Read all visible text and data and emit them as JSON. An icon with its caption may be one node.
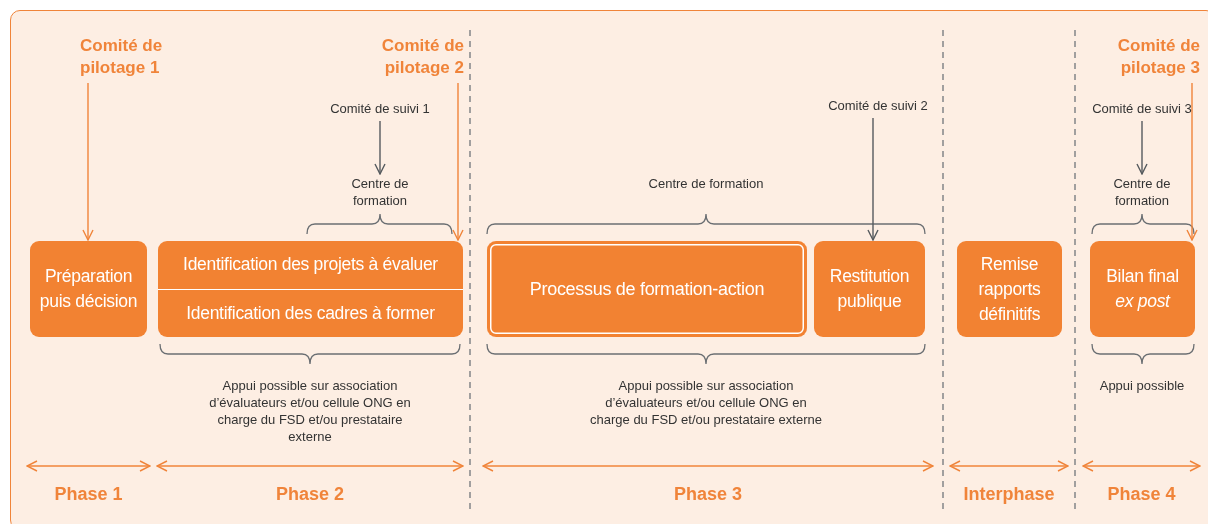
{
  "diagram": {
    "nodes": [
      {
        "text": [
          "Comité de pilotage 1"
        ]
      },
      {
        "text": [
          "Comité de pilotage 2"
        ]
      },
      {
        "text": [
          "Comité de suivi 1"
        ]
      },
      {
        "text": [
          "Centre de formation"
        ]
      },
      {
        "text": [
          "Comité de suivi 2"
        ]
      },
      {
        "text": [
          "Comité de pilotage 3"
        ]
      },
      {
        "text": [
          "Comité de suivi 3"
        ]
      },
      {
        "text": [
          "Centre de formation"
        ]
      },
      {
        "text": [
          "Préparation puis décision"
        ]
      },
      {
        "text": [
          "Identification des projets à évaluer",
          "Identification des cadres à former"
        ]
      },
      {
        "text": [
          "Processus de formation-action"
        ]
      },
      {
        "text": [
          "Restitution publique"
        ]
      },
      {
        "text": [
          "Remise rapports définitifs"
        ]
      },
      {
        "text": [
          "Bilan final *ex post*"
        ]
      }
    ],
    "edges": [
      {
        "from": 0,
        "to": 8,
        "arrow": "to",
        "color": "#f0843a"
      },
      {
        "from": 1,
        "to": 9,
        "arrow": "to",
        "color": "#f0843a"
      },
      {
        "from": 2,
        "to": 3,
        "arrow": "to",
        "color": "#555a5e"
      },
      {
        "from": 4,
        "to": 11,
        "arrow": "to",
        "color": "#555a5e"
      },
      {
        "from": 5,
        "to": 13,
        "arrow": "to",
        "color": "#f0843a"
      },
      {
        "from": 6,
        "to": 7,
        "arrow": "to",
        "color": "#555a5e"
      }
    ],
    "labels": [
      "Centre de formation",
      "Appui possible sur association d’évaluateurs et/ou cellule ONG en charge du FSD et/ou prestataire externe",
      "Appui possible sur association d’évaluateurs et/ou cellule ONG en charge du FSD et/ou prestataire externe",
      "Appui possible",
      "Phase 1",
      "Phase 2",
      "Phase 3",
      "Interphase",
      "Phase 4"
    ]
  }
}
